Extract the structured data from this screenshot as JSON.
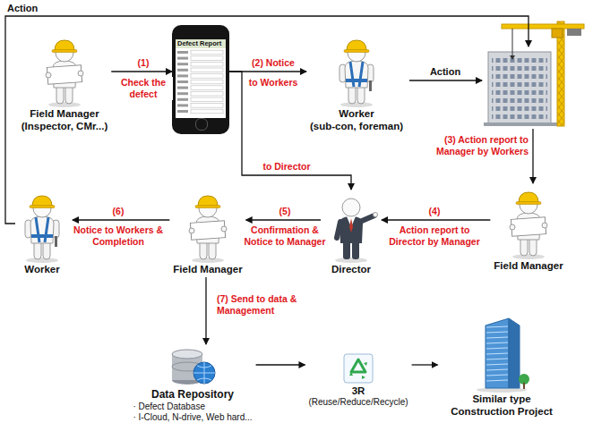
{
  "diagram": {
    "nodes": [
      {
        "text": [
          "Field Manager",
          "(Inspector, CMr...)"
        ]
      },
      {
        "text": [
          "Defect Report"
        ]
      },
      {
        "text": [
          "Worker",
          "(sub-con, foreman)"
        ]
      },
      {
        "text": [
          "Field Manager"
        ]
      },
      {
        "text": [
          "Director"
        ]
      },
      {
        "text": [
          "Field Manager"
        ]
      },
      {
        "text": [
          "Worker"
        ]
      },
      {
        "text": [
          "Data Repository",
          "· Defect Database",
          "· I-Cloud, N-drive, Web hard..."
        ]
      },
      {
        "text": [
          "3R",
          "(Reuse/Reduce/Recycle)"
        ]
      },
      {
        "text": [
          "Similar type Construction Project"
        ]
      }
    ],
    "edges": [
      {
        "from": 0,
        "to": 1,
        "arrow": "to",
        "label": "Check the defect"
      },
      {
        "from": 1,
        "to": 2,
        "arrow": "to",
        "label": "to Workers"
      },
      {
        "from": 1,
        "to": 4,
        "arrow": "to",
        "label": "to Director"
      },
      {
        "from": 3,
        "to": 4,
        "arrow": "to",
        "label": "Action report to Director by Manager"
      },
      {
        "from": 4,
        "to": 5,
        "arrow": "to",
        "label": "Confirmation & Notice to Manager"
      },
      {
        "from": 5,
        "to": 6,
        "arrow": "to",
        "label": "Notice to Workers & Completion"
      },
      {
        "from": 5,
        "to": 7,
        "arrow": "to",
        "label": "(7) Send to data & Management"
      },
      {
        "from": 7,
        "to": 8,
        "arrow": "to"
      },
      {
        "from": 8,
        "to": 9,
        "arrow": "to"
      }
    ],
    "labels": [
      "Action",
      "(1)",
      "(2) Notice",
      "Action",
      "(3) Action report to Manager by Workers",
      "(4)",
      "(5)",
      "(6)"
    ]
  }
}
